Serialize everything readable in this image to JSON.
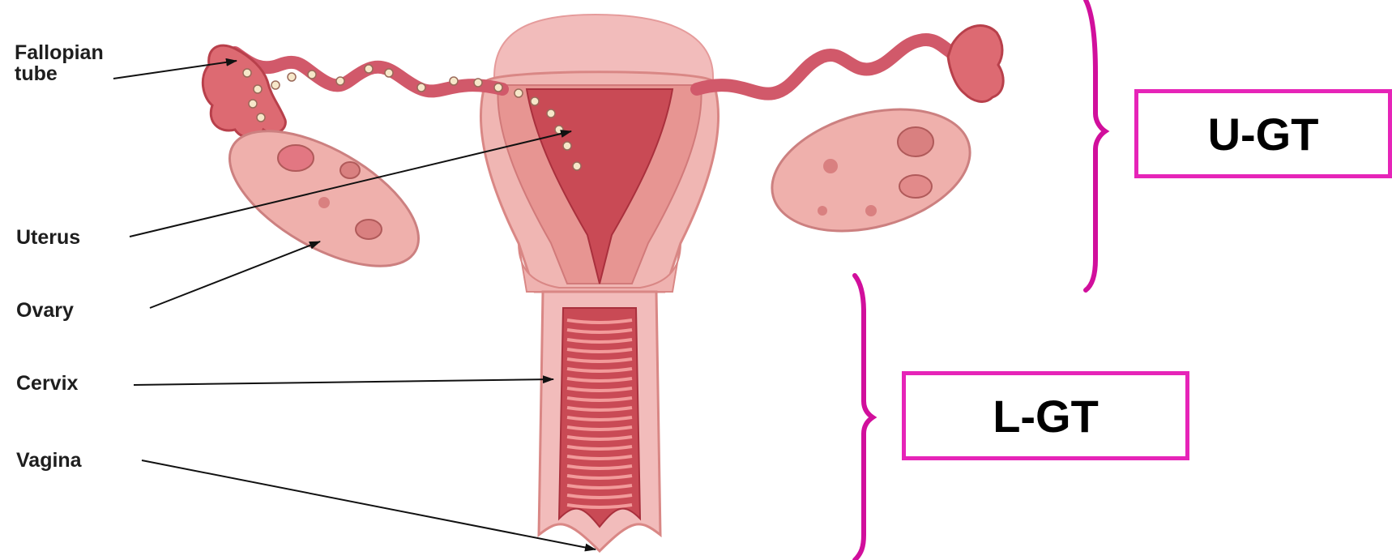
{
  "labels": {
    "fallopian_tube_line1": "Fallopian",
    "fallopian_tube_line2": "tube",
    "uterus": "Uterus",
    "ovary": "Ovary",
    "cervix": "Cervix",
    "vagina": "Vagina"
  },
  "groups": {
    "upper": {
      "label": "U-GT"
    },
    "lower": {
      "label": "L-GT"
    }
  },
  "colors": {
    "bracket": "#d10f9c",
    "box_border": "#e624b8",
    "tissue_light": "#f2b7b4",
    "tissue_mid": "#e58d8a",
    "tissue_dark": "#c8444b",
    "tissue_deep": "#b52d3a",
    "ovary_fill": "#efb0ac"
  }
}
